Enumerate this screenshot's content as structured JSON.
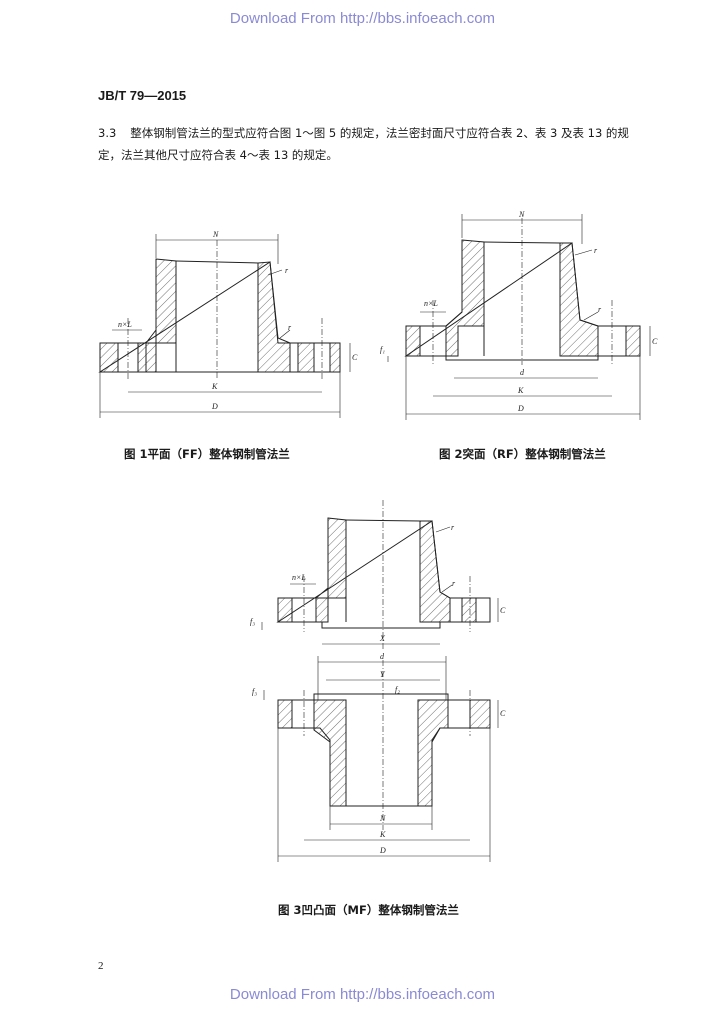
{
  "watermark_top": "Download From http://bbs.infoeach.com",
  "watermark_bottom": "Download From http://bbs.infoeach.com",
  "standard_no": "JB/T 79—2015",
  "clause": {
    "number": "3.3",
    "line1": "整体钢制管法兰的型式应符合图 1～图 5 的规定，法兰密封面尺寸应符合表 2、表 3 及表 13 的规",
    "line2": "定，法兰其他尺寸应符合表 4～表 13 的规定。"
  },
  "figures": [
    {
      "label": "图 1",
      "caption": "平面（FF）整体钢制管法兰"
    },
    {
      "label": "图 2",
      "caption": "突面（RF）整体钢制管法兰"
    },
    {
      "label": "图 3",
      "caption": "凹凸面（MF）整体钢制管法兰"
    }
  ],
  "dims": {
    "N": "N",
    "r": "r",
    "nL": "n×L",
    "C": "C",
    "K": "K",
    "D": "D",
    "d": "d",
    "f1": "f₁",
    "f2": "f₂",
    "f3": "f₃",
    "X": "X",
    "Y": "Y"
  },
  "page_number": "2"
}
